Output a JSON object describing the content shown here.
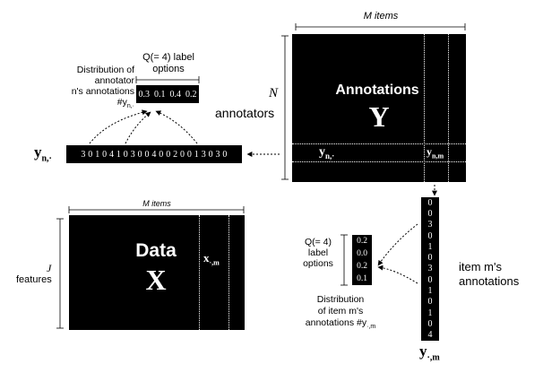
{
  "annotations": {
    "title": "Annotations",
    "letter": "Y",
    "m_items": "M items",
    "n_label": "N",
    "annotators": "annotators",
    "row_label": "y",
    "row_sub": "n,·",
    "cell_label": "y",
    "cell_sub": "n,m"
  },
  "row_vector": {
    "label": "y",
    "label_sub": "n,·",
    "values": "3 0 1 0 4 1 0 3 0 0 4 0 0 2 0 0 1 3 0 3 0"
  },
  "annotator_dist": {
    "q_label": "Q(= 4) label options",
    "desc_line1": "Distribution of",
    "desc_line2": "annotator",
    "desc_line3": "n's annotations #y",
    "desc_sub": "n,·",
    "values": [
      "0.3",
      "0.1",
      "0.4",
      "0.2"
    ]
  },
  "data": {
    "title": "Data",
    "letter": "X",
    "m_items": "M items",
    "j_label": "J",
    "features": "features",
    "col_label": "x",
    "col_sub": "·,m"
  },
  "column_vector": {
    "values": [
      "0",
      "0",
      "3",
      "0",
      "1",
      "0",
      "3",
      "0",
      "1",
      "0",
      "1",
      "0",
      "4"
    ],
    "label": "y",
    "label_sub": "·,m",
    "right_line1": "item m's",
    "right_line2": "annotations"
  },
  "item_dist": {
    "q_label_line1": "Q(= 4)",
    "q_label_line2": "label",
    "q_label_line3": "options",
    "values": [
      "0.2",
      "0.0",
      "0.2",
      "0.1"
    ],
    "desc_line1": "Distribution",
    "desc_line2": "of item m's",
    "desc_line3": "annotations #y",
    "desc_sub": "·,m"
  }
}
